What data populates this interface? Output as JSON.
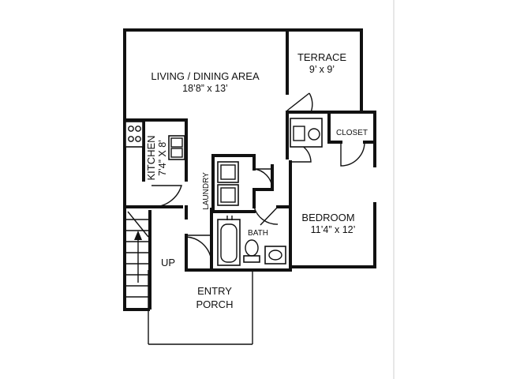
{
  "rooms": {
    "living_dining": {
      "name": "LIVING / DINING AREA",
      "size": "18’8” x 13’"
    },
    "terrace": {
      "name": "TERRACE",
      "size": "9’ x 9’"
    },
    "closet": {
      "name": "CLOSET"
    },
    "kitchen": {
      "name": "KITCHEN",
      "size": "7’4” X 8’"
    },
    "laundry": {
      "name": "LAUNDRY"
    },
    "bedroom": {
      "name": "BEDROOM",
      "size": "11’4” x 12’"
    },
    "bath": {
      "name": "BATH"
    },
    "stairs": {
      "name": "UP"
    },
    "entry": {
      "name": "ENTRY",
      "name2": "PORCH"
    }
  },
  "icons": {
    "stove": "stove-icon",
    "sink": "sink-icon",
    "washer_dryer": "washer-dryer-icon",
    "bathtub": "bathtub-icon",
    "toilet": "toilet-icon",
    "stair_arrow": "arrow-up-icon"
  }
}
